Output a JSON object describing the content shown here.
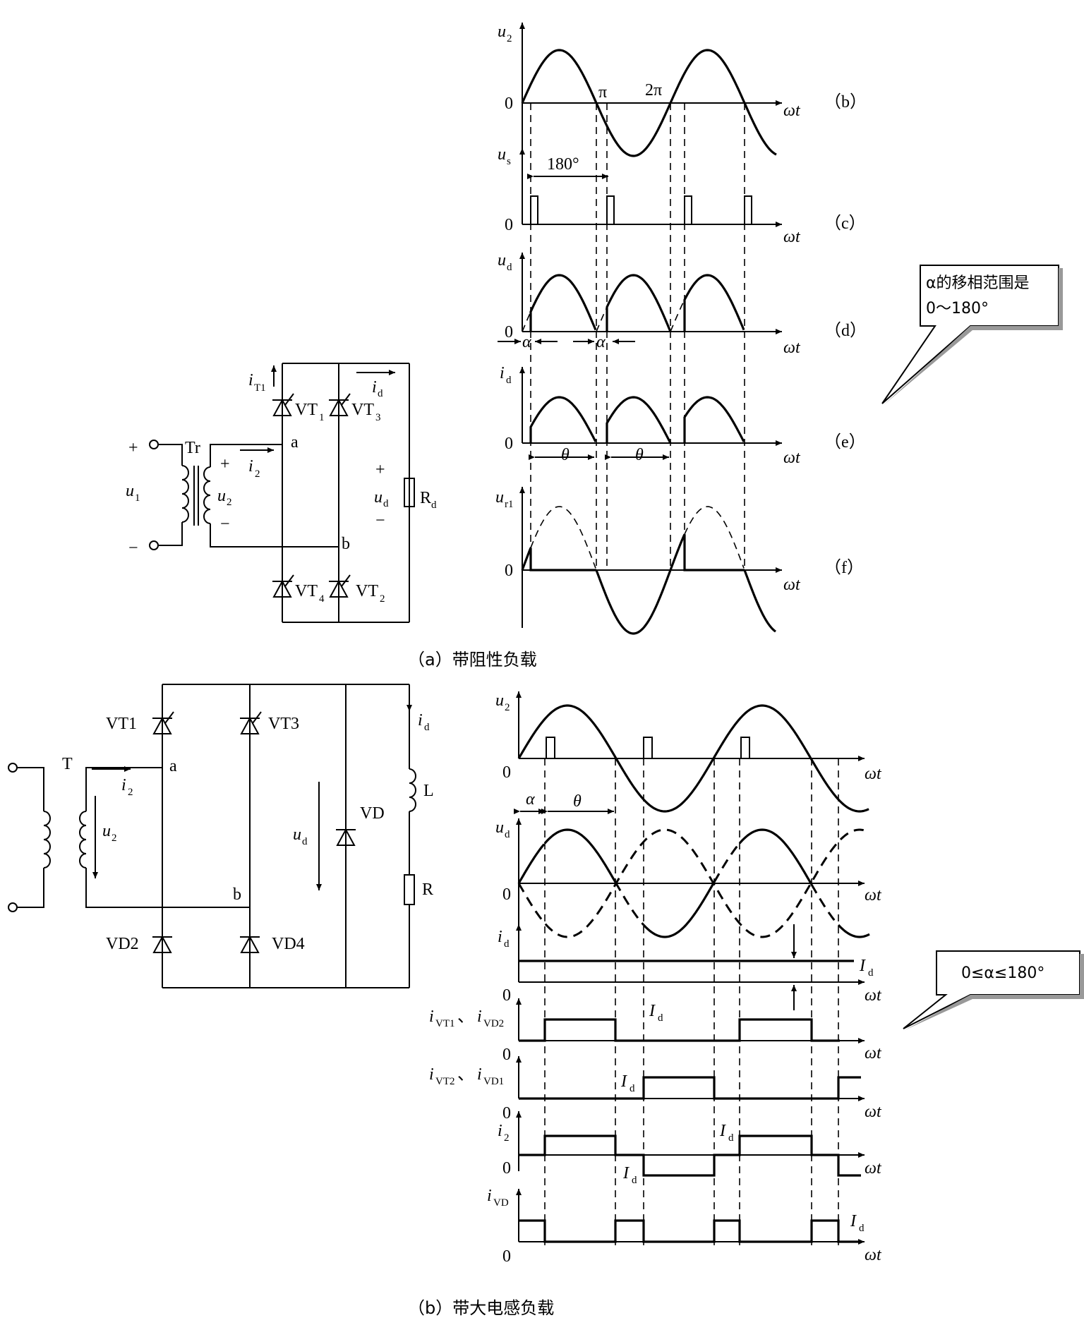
{
  "top": {
    "circuit": {
      "transformer_label": "Tr",
      "u1": "u",
      "u1_sub": "1",
      "u2": "u",
      "u2_sub": "2",
      "i2": "i",
      "i2_sub": "2",
      "iT1": "i",
      "iT1_sub": "T1",
      "id": "i",
      "id_sub": "d",
      "ud": "u",
      "ud_sub": "d",
      "Rd": "R",
      "Rd_sub": "d",
      "node_a": "a",
      "node_b": "b",
      "VT1": "VT",
      "VT1_sub": "1",
      "VT3": "VT",
      "VT3_sub": "3",
      "VT4": "VT",
      "VT4_sub": "4",
      "VT2": "VT",
      "VT2_sub": "2",
      "plus": "+",
      "minus": "−"
    },
    "waves": {
      "u2": "u",
      "u2_sub": "2",
      "us": "u",
      "us_sub": "s",
      "ud": "u",
      "ud_sub": "d",
      "id": "i",
      "id_sub": "d",
      "ur1": "u",
      "ur1_sub": "r1",
      "zero": "0",
      "wt": "ωt",
      "pi": "π",
      "two_pi": "2π",
      "deg180": "180°",
      "alpha": "α",
      "theta": "θ",
      "label_b": "（b）",
      "label_c": "（c）",
      "label_d": "（d）",
      "label_e": "（e）",
      "label_f": "（f）"
    },
    "callout_line1": "α的移相范围是",
    "callout_line2": "0～180°",
    "caption": "（a）带阻性负载"
  },
  "bottom": {
    "circuit": {
      "T": "T",
      "VT1": "VT1",
      "VT3": "VT3",
      "VD2": "VD2",
      "VD4": "VD4",
      "VD": "VD",
      "L": "L",
      "R": "R",
      "node_a": "a",
      "node_b": "b",
      "i2": "i",
      "i2_sub": "2",
      "u2": "u",
      "u2_sub": "2",
      "ud": "u",
      "ud_sub": "d",
      "id": "i",
      "id_sub": "d"
    },
    "waves": {
      "u2": "u",
      "u2_sub": "2",
      "ud": "u",
      "ud_sub": "d",
      "id": "i",
      "id_sub": "d",
      "ivt1": "i",
      "ivt1_sub": "VT1",
      "ivd2": "i",
      "ivd2_sub": "VD2",
      "ivt2": "i",
      "ivt2_sub": "VT2",
      "ivd1": "i",
      "ivd1_sub": "VD1",
      "i2": "i",
      "i2_sub": "2",
      "ivd": "i",
      "ivd_sub": "VD",
      "Id": "I",
      "Id_sub": "d",
      "sep": "、",
      "zero": "0",
      "wt": "ωt",
      "alpha": "α",
      "theta": "θ"
    },
    "callout": "0≤α≤180°",
    "caption": "（b）带大电感负载"
  }
}
